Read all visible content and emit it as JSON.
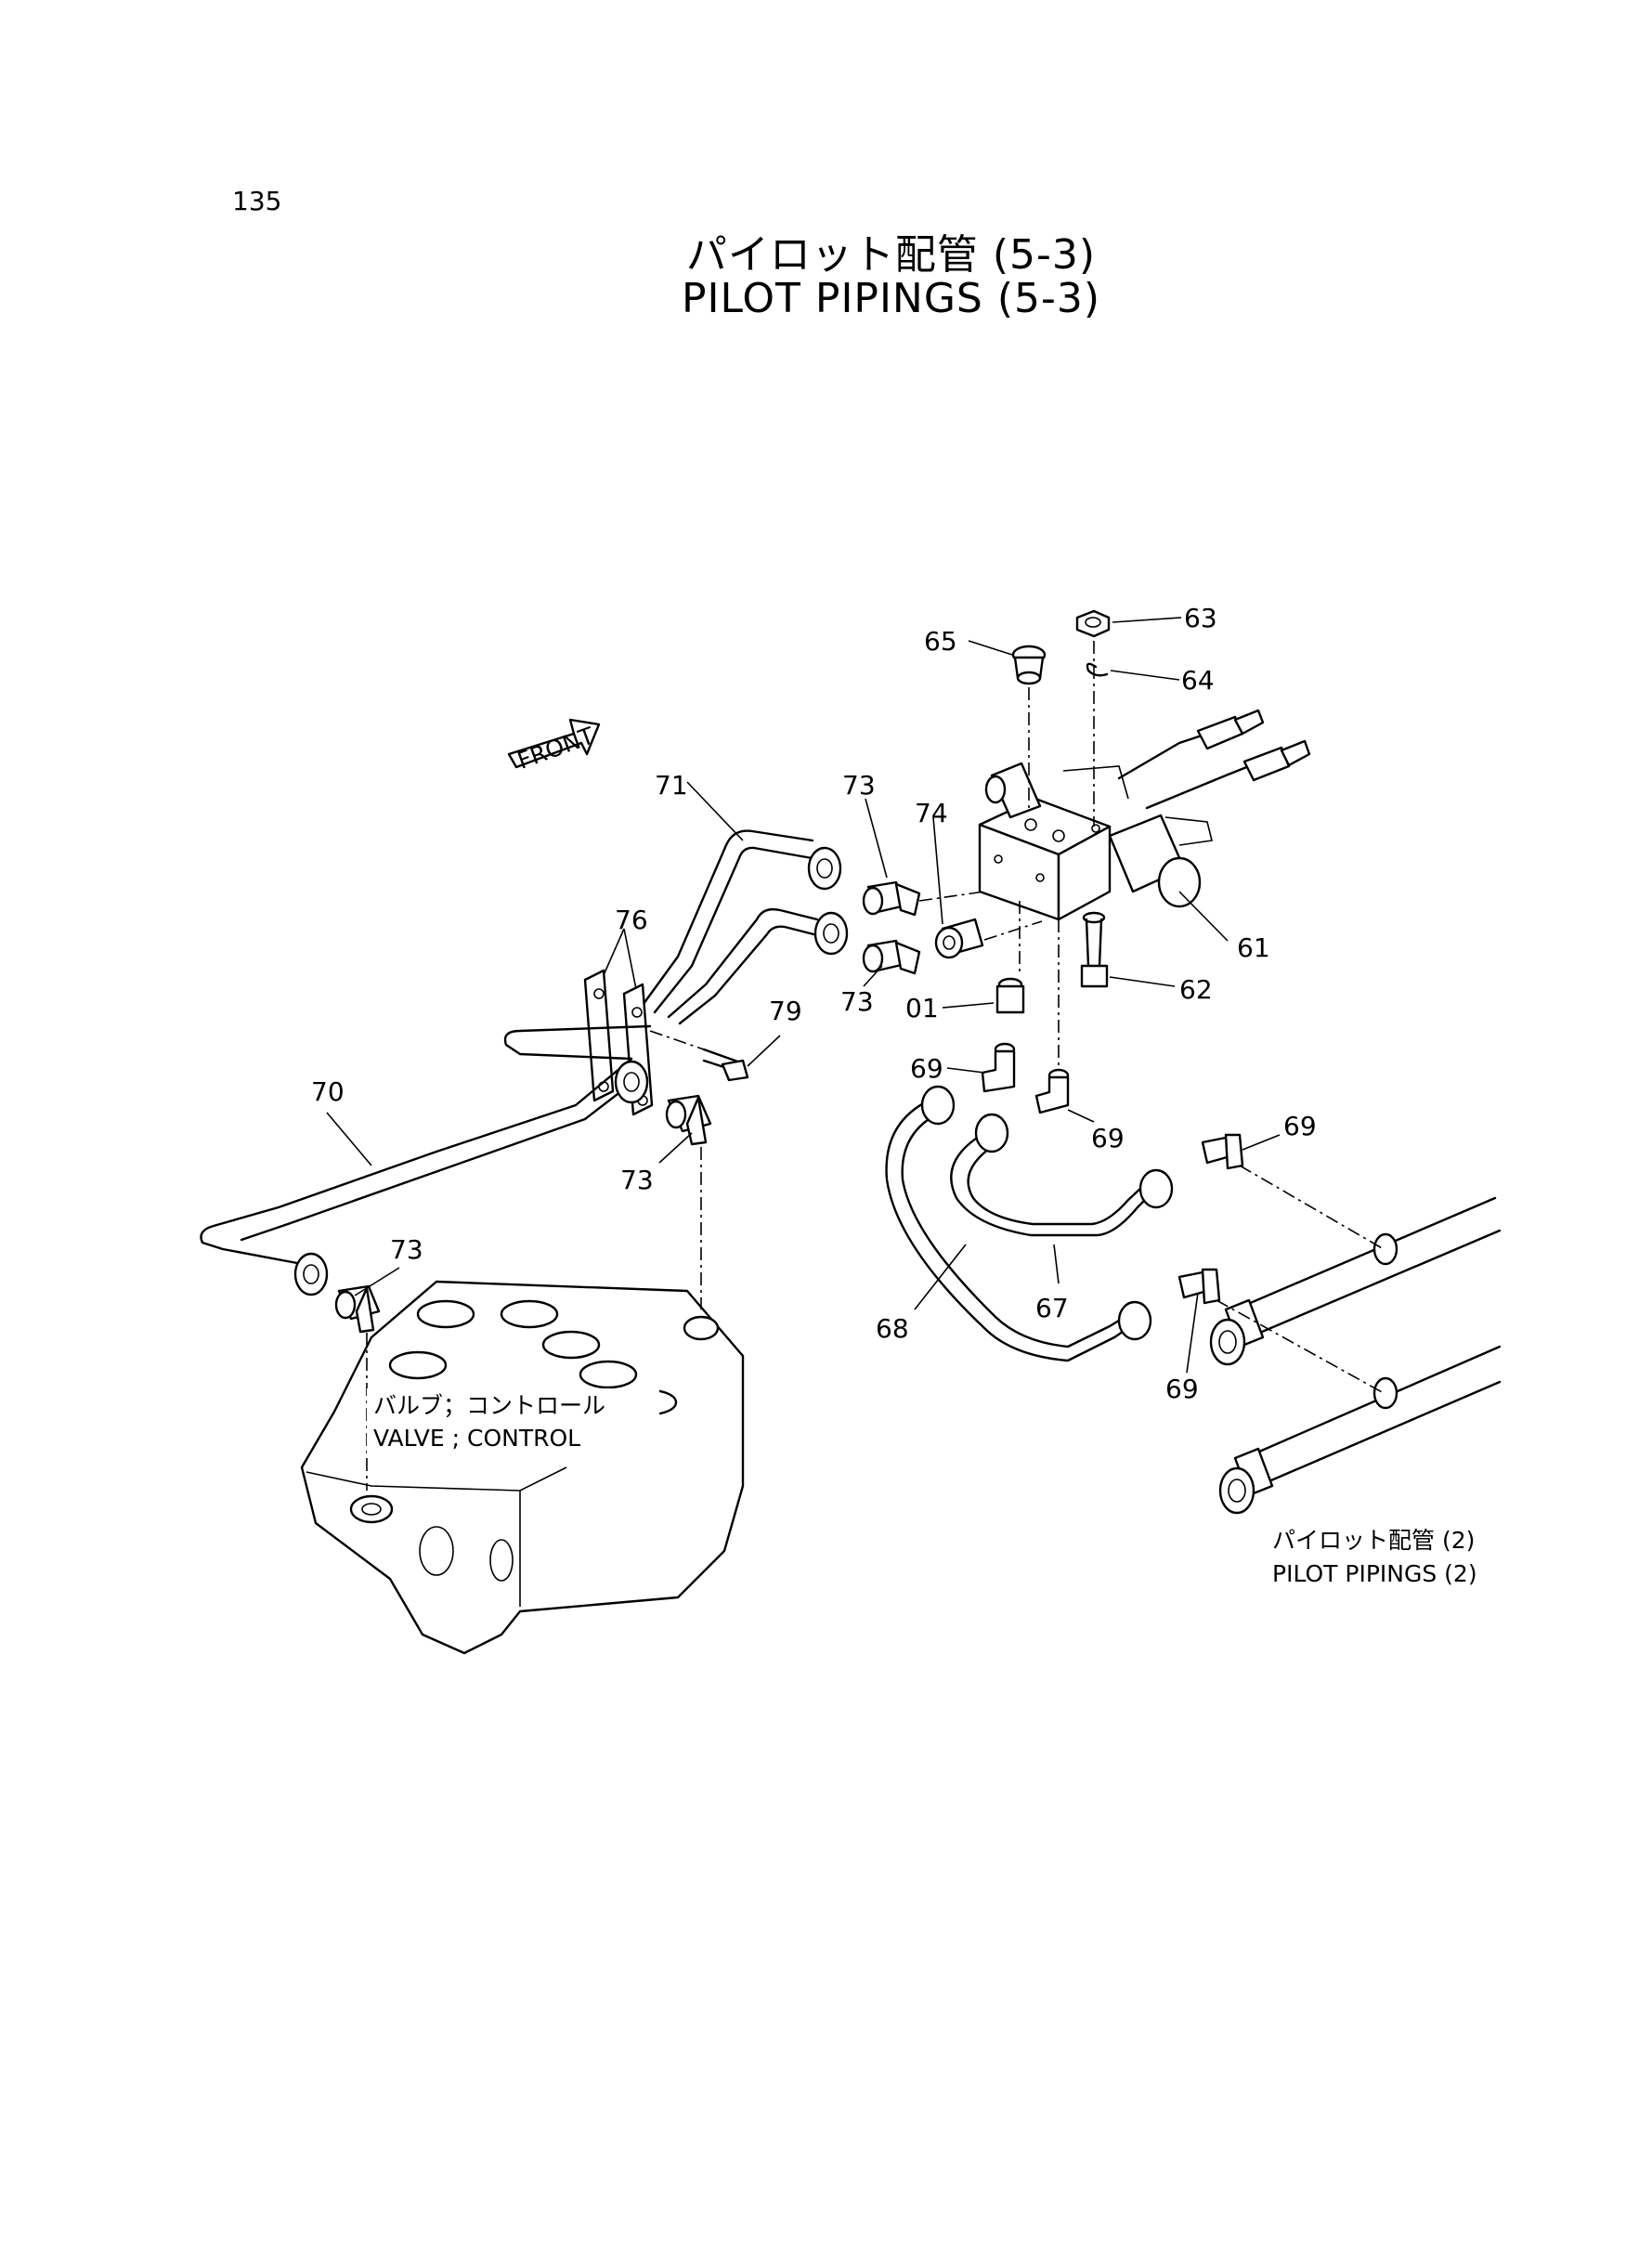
{
  "page_number": "135",
  "title_ja": "パイロット配管 (5-3)",
  "title_en": "PILOT PIPINGS (5-3)",
  "front_marker": "FRONT",
  "valve_label_ja": "バルブ；コントロール",
  "valve_label_en": "VALVE ; CONTROL",
  "ref_label_ja": "パイロット配管 (2)",
  "ref_label_en": "PILOT PIPINGS (2)",
  "callouts": {
    "c63": "63",
    "c64": "64",
    "c65": "65",
    "c71": "71",
    "c73a": "73",
    "c74": "74",
    "c76": "76",
    "c61": "61",
    "c62": "62",
    "c01": "01",
    "c79": "79",
    "c73b": "73",
    "c69a": "69",
    "c70": "70",
    "c73c": "73",
    "c69b": "69",
    "c69c": "69",
    "c73d": "73",
    "c67": "67",
    "c68": "68",
    "c69d": "69"
  }
}
